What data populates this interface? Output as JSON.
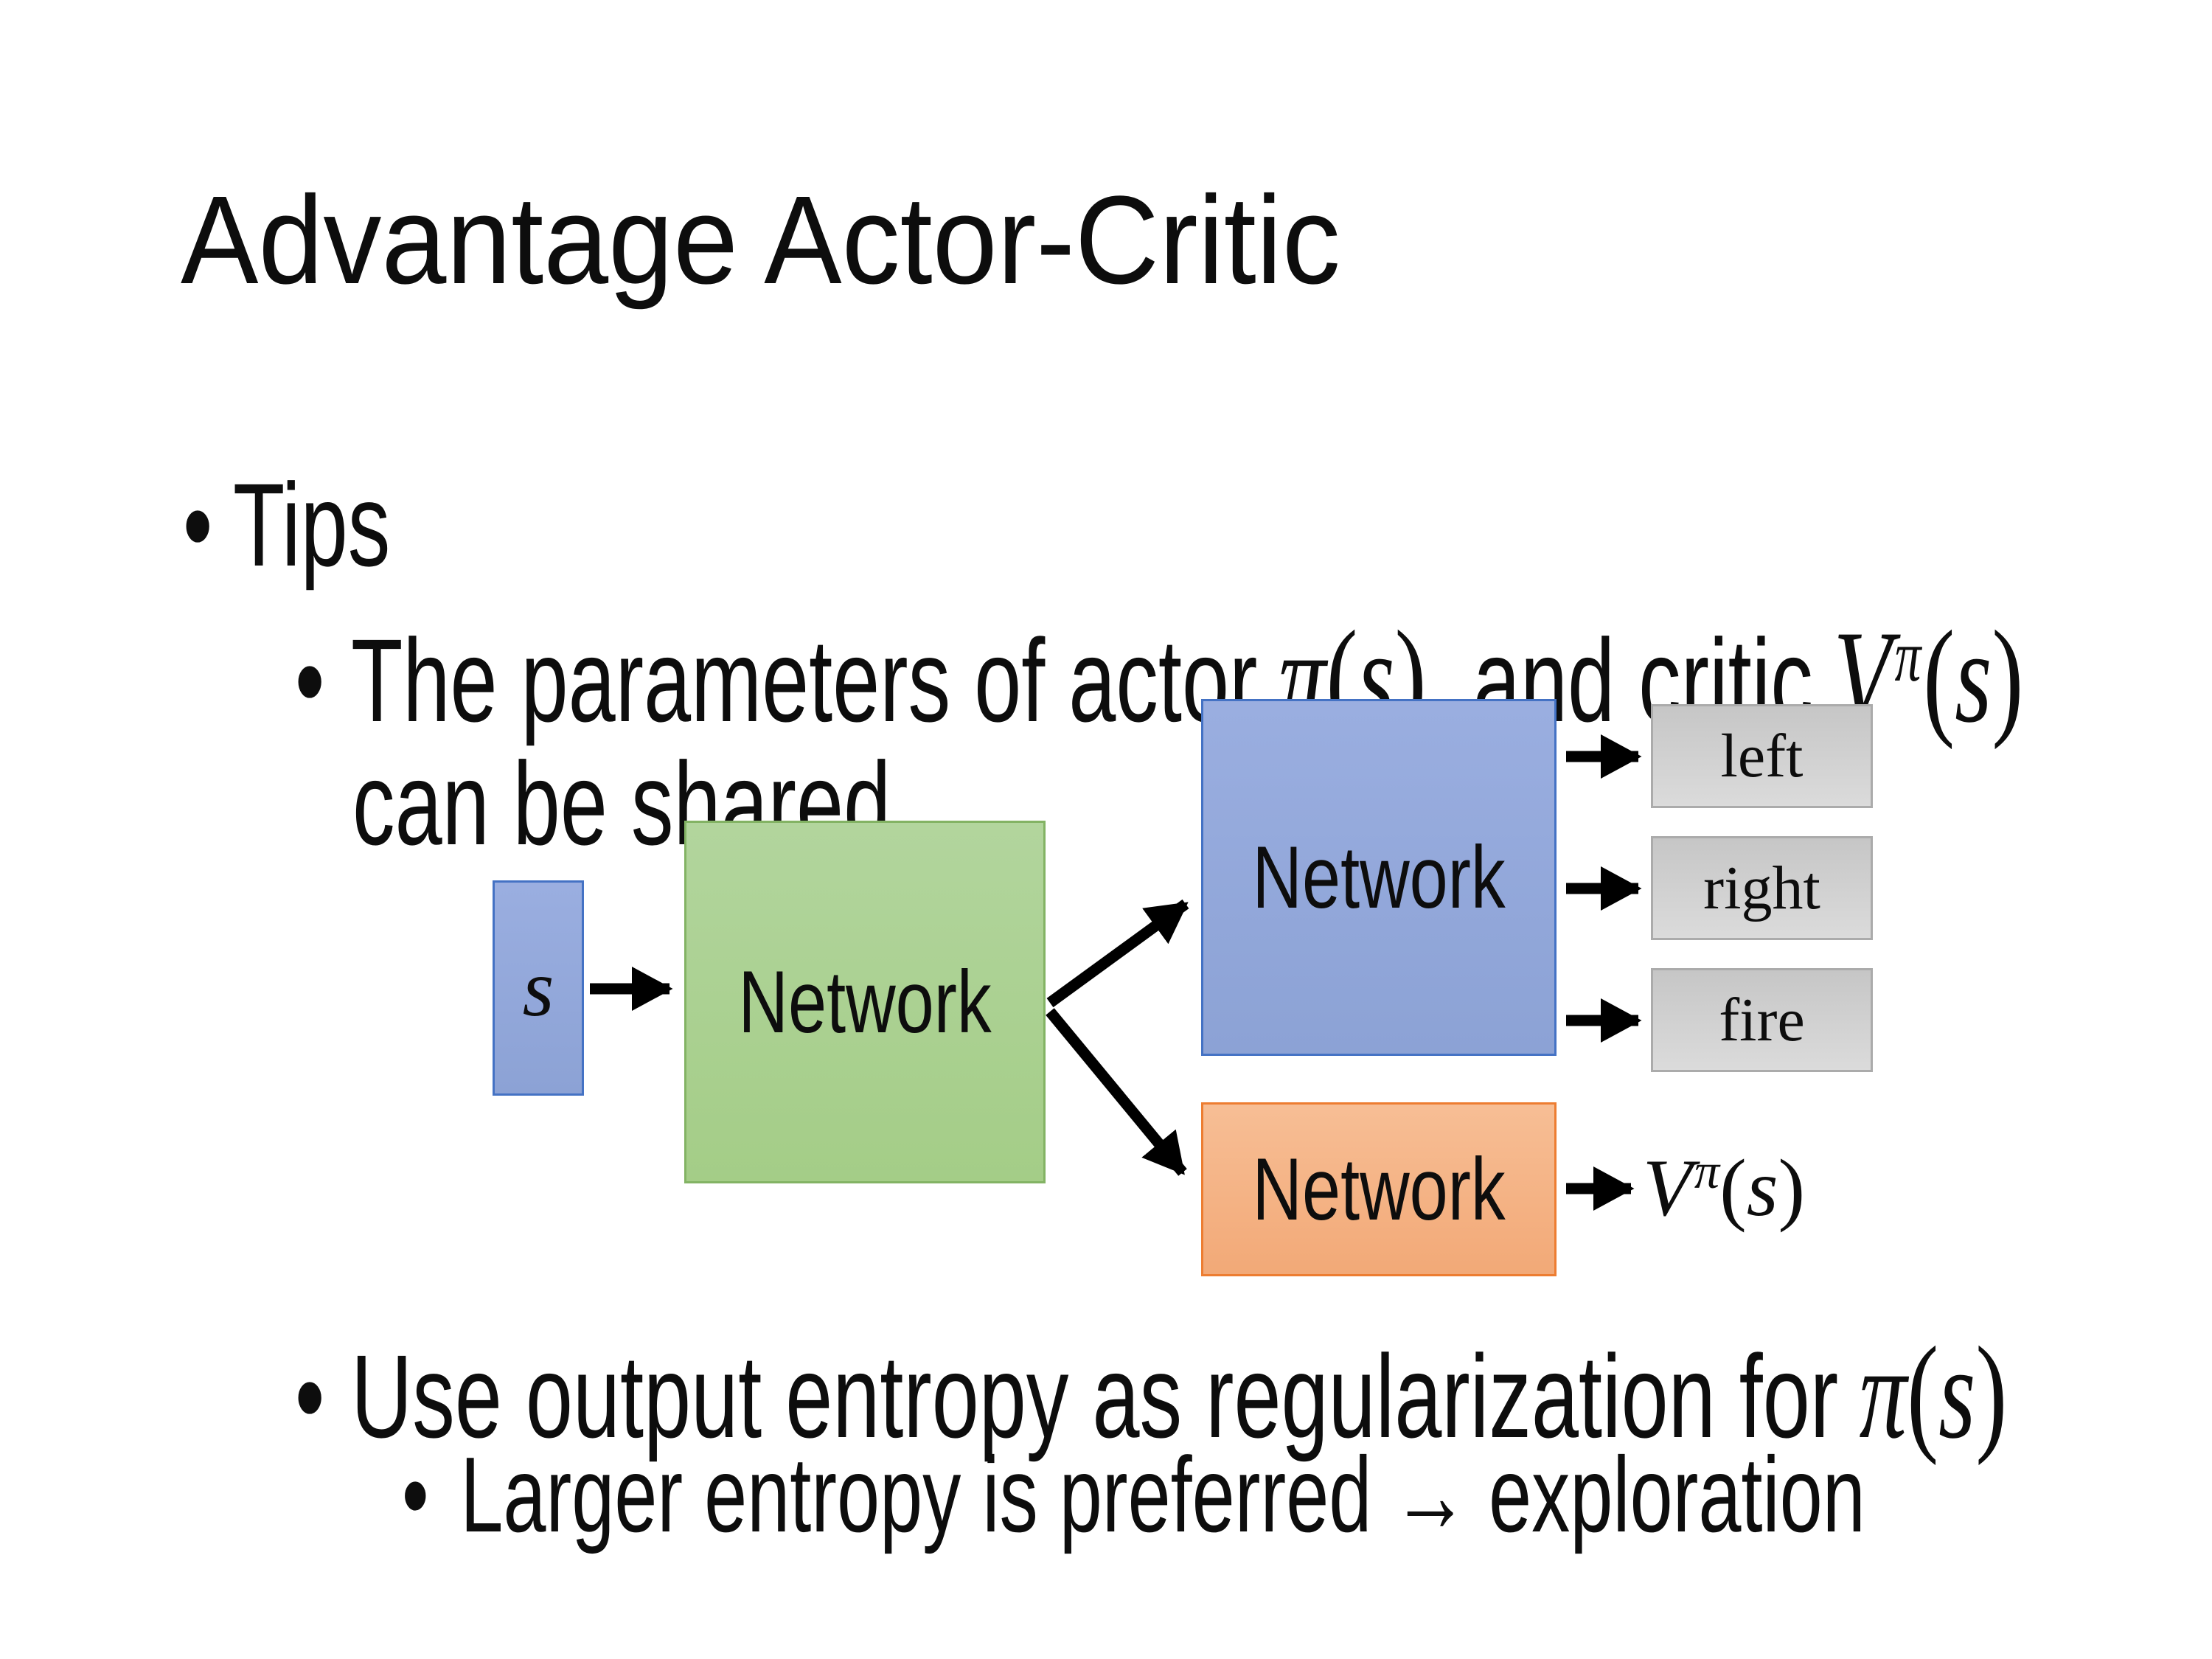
{
  "slide": {
    "title": "Advantage Actor-Critic",
    "bullet_glyph": "•"
  },
  "bullets": {
    "tips": "Tips",
    "param_prefix": "The parameters of actor",
    "param_and": "and critic",
    "param_line2": "can be shared",
    "entropy_prefix": "Use output entropy as regularization for",
    "larger_text": "Larger entropy is preferred",
    "larger_arrow": "→",
    "larger_suffix": "exploration"
  },
  "math": {
    "pi": "π",
    "s": "s",
    "V": "V",
    "lparen": "(",
    "rparen": ")"
  },
  "diagram": {
    "state_label": "s",
    "shared_network": "Network",
    "actor_network": "Network",
    "critic_network": "Network",
    "actions": [
      "left",
      "right",
      "fire"
    ]
  },
  "colors": {
    "background": "#FFFFFF",
    "text": "#0D0D0D",
    "state_fill": "#8FAADC",
    "state_border": "#4472C4",
    "shared_fill": "#A9D18E",
    "shared_border": "#70AD47",
    "actor_fill": "#8FAADC",
    "actor_border": "#4472C4",
    "critic_fill": "#F4B183",
    "critic_border": "#ED7D31",
    "action_fill": "#CFCFCF",
    "action_border": "#A6A6A6",
    "arrow": "#000000"
  }
}
